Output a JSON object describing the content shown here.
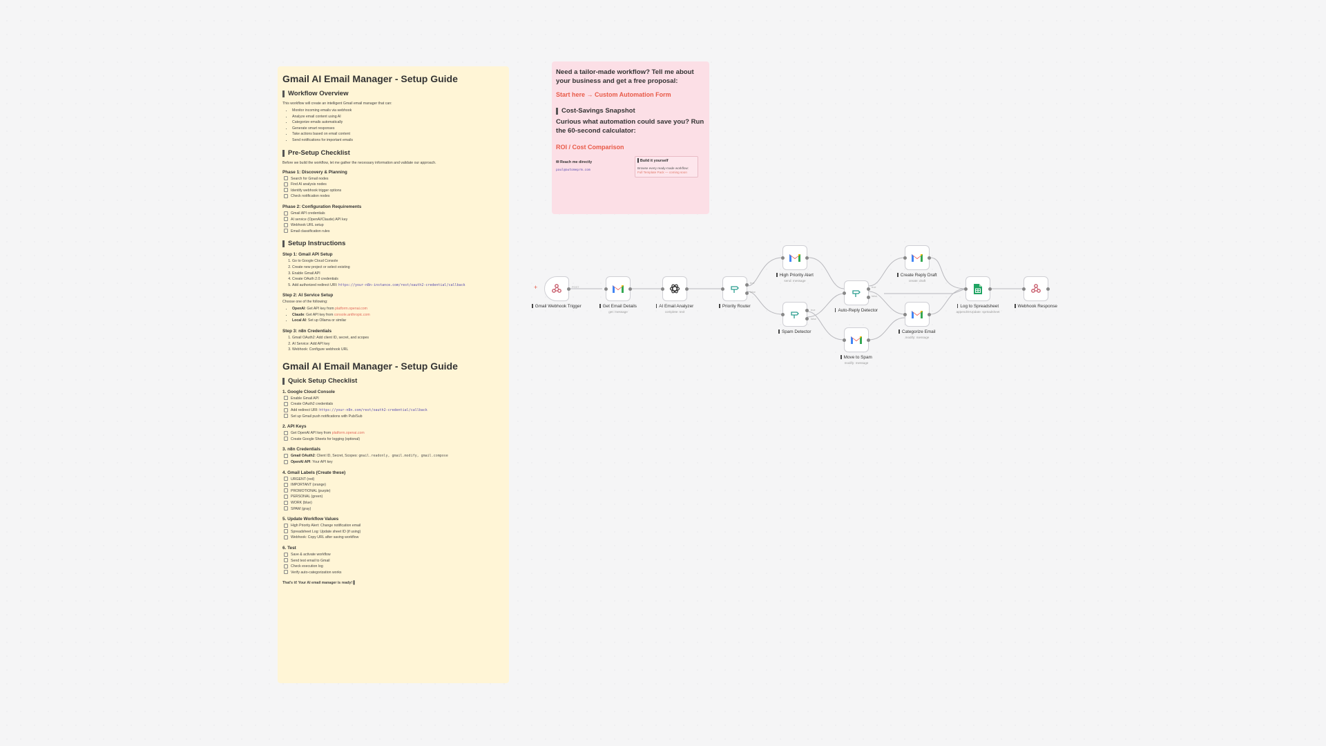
{
  "yellow_note": {
    "title1": "Gmail AI Email Manager - Setup Guide",
    "overview_heading": "Workflow Overview",
    "overview_intro": "This workflow will create an intelligent Gmail email manager that can:",
    "overview_items": [
      "Monitor incoming emails via webhook",
      "Analyze email content using AI",
      "Categorize emails automatically",
      "Generate smart responses",
      "Take actions based on email content",
      "Send notifications for important emails"
    ],
    "presetup_heading": "Pre-Setup Checklist",
    "presetup_intro": "Before we build the workflow, let me gather the necessary information and validate our approach.",
    "phase1_heading": "Phase 1: Discovery & Planning",
    "phase1_items": [
      "Search for Gmail nodes",
      "Find AI analysis nodes",
      "Identify webhook trigger options",
      "Check notification nodes"
    ],
    "phase2_heading": "Phase 2: Configuration Requirements",
    "phase2_items": [
      "Gmail API credentials",
      "AI service (OpenAI/Claude) API key",
      "Webhook URL setup",
      "Email classification rules"
    ],
    "setup_heading": "Setup Instructions",
    "step1_heading": "Step 1: Gmail API Setup",
    "step1_items": [
      "Go to Google Cloud Console",
      "Create new project or select existing",
      "Enable Gmail API",
      "Create OAuth 2.0 credentials"
    ],
    "step1_last_prefix": "Add authorized redirect URI:",
    "step1_last_url": "https://your-n8n-instance.com/rest/oauth2-credential/callback",
    "step2_heading": "Step 2: AI Service Setup",
    "step2_intro": "Choose one of the following:",
    "step2_openai_label": "OpenAI",
    "step2_openai_text": ": Get API key from ",
    "step2_openai_link": "platform.openai.com",
    "step2_claude_label": "Claude",
    "step2_claude_text": ": Get API key from ",
    "step2_claude_link": "console.anthropic.com",
    "step2_local_label": "Local AI",
    "step2_local_text": ": Set up Ollama or similar",
    "step3_heading": "Step 3: n8n Credentials",
    "step3_items": [
      "Gmail OAuth2: Add client ID, secret, and scopes",
      "AI Service: Add API key",
      "Webhook: Configure webhook URL"
    ],
    "title2": "Gmail AI Email Manager - Setup Guide",
    "quick_heading": "Quick Setup Checklist",
    "q1_heading": "1. Google Cloud Console",
    "q1_items": [
      "Enable Gmail API",
      "Create OAuth2 credentials"
    ],
    "q1_redirect_prefix": "Add redirect URI:",
    "q1_redirect_url": "https://your-n8n.com/rest/oauth2-credential/callback",
    "q1_last": "Set up Gmail push notifications with Pub/Sub",
    "q2_heading": "2. API Keys",
    "q2_openai_prefix": "Get OpenAI API key from ",
    "q2_openai_link": "platform.openai.com",
    "q2_sheets": "Create Google Sheets for logging (optional)",
    "q3_heading": "3. n8n Credentials",
    "q3_gmail_label": "Gmail OAuth2",
    "q3_gmail_text": ": Client ID, Secret, Scopes: ",
    "q3_gmail_scopes": "gmail.readonly, gmail.modify, gmail.compose",
    "q3_openai_label": "OpenAI API",
    "q3_openai_text": ": Your API key",
    "q4_heading": "4. Gmail Labels (Create these)",
    "q4_items": [
      "URGENT (red)",
      "IMPORTANT (orange)",
      "PROMOTIONAL (purple)",
      "PERSONAL (green)",
      "WORK (blue)",
      "SPAM (gray)"
    ],
    "q5_heading": "5. Update Workflow Values",
    "q5_items": [
      "High Priority Alert: Change notification email",
      "Spreadsheet Log: Update sheet ID (if using)",
      "Webhook: Copy URL after saving workflow"
    ],
    "q6_heading": "6. Test",
    "q6_items": [
      "Save & activate workflow",
      "Send test email to Gmail",
      "Check execution log",
      "Verify auto-categorization works"
    ],
    "footer": "That's it! Your AI email manager is ready! ▌"
  },
  "pink_note": {
    "lead": "Need a tailor-made workflow? Tell me about your business and get a free proposal:",
    "cta": "Start here → Custom Automation Form",
    "savings_heading": "Cost-Savings Snapshot",
    "savings_text": "Curious what automation could save you? Run the 60-second calculator:",
    "roi_link": "ROI / Cost Comparison",
    "reach_title": "✉ Reach me directly",
    "reach_email": "paul@automeprm.com",
    "build_title": "▌Build it yourself",
    "build_desc": "Browse every ready-made workflow:",
    "build_link": "Full Template Pack — coming soon"
  },
  "nodes": [
    {
      "id": "gmail-webhook-trigger",
      "label": "Gmail Webhook Trigger",
      "sub": "",
      "icon": "webhook-icon"
    },
    {
      "id": "get-email-details",
      "label": "Get Email Details",
      "sub": "get: message",
      "icon": "gmail-icon"
    },
    {
      "id": "ai-email-analyzer",
      "label": "AI Email Analyzer",
      "sub": "complete: text",
      "icon": "openai-icon"
    },
    {
      "id": "priority-router",
      "label": "Priority Router",
      "sub": "",
      "icon": "router-icon"
    },
    {
      "id": "high-priority-alert",
      "label": "High Priority Alert",
      "sub": "send: message",
      "icon": "gmail-icon"
    },
    {
      "id": "spam-detector",
      "label": "Spam Detector",
      "sub": "",
      "icon": "router-icon"
    },
    {
      "id": "auto-reply-detector",
      "label": "Auto-Reply Detector",
      "sub": "",
      "icon": "router-icon"
    },
    {
      "id": "move-to-spam",
      "label": "Move to Spam",
      "sub": "modify: message",
      "icon": "gmail-icon"
    },
    {
      "id": "create-reply-draft",
      "label": "Create Reply Draft",
      "sub": "create: draft",
      "icon": "gmail-icon"
    },
    {
      "id": "categorize-email",
      "label": "Categorize Email",
      "sub": "modify: message",
      "icon": "gmail-icon"
    },
    {
      "id": "log-to-spreadsheet",
      "label": "Log to Spreadsheet",
      "sub": "appendOrUpdate: spreadsheet",
      "icon": "sheets-icon"
    },
    {
      "id": "webhook-response",
      "label": "Webhook Response",
      "sub": "",
      "icon": "webhook-icon"
    }
  ],
  "edge_labels": {
    "true": "true",
    "false": "false",
    "post": "POST"
  },
  "colors": {
    "yellow_note": "#fff5d6",
    "pink_note": "#fcdfe6",
    "accent": "#e85a48",
    "canvas": "#f5f5f6"
  }
}
